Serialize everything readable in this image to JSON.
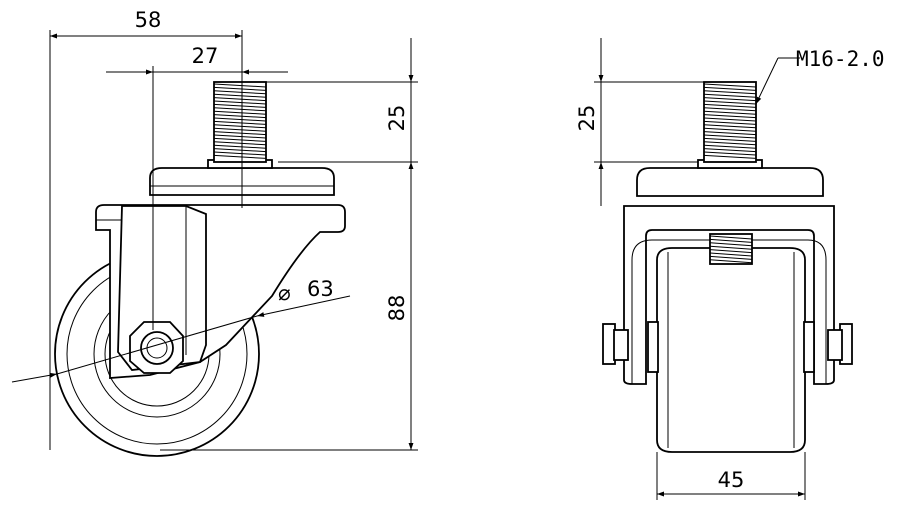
{
  "dimensions": {
    "overall_width": "58",
    "stem_offset": "27",
    "stem_length_side": "25",
    "stem_length_front": "25",
    "overall_height": "88",
    "wheel_diameter_symbol": "⌀",
    "wheel_diameter": "63",
    "wheel_width": "45",
    "thread_spec": "M16-2.0"
  },
  "colors": {
    "line": "#000000",
    "background": "#ffffff"
  }
}
